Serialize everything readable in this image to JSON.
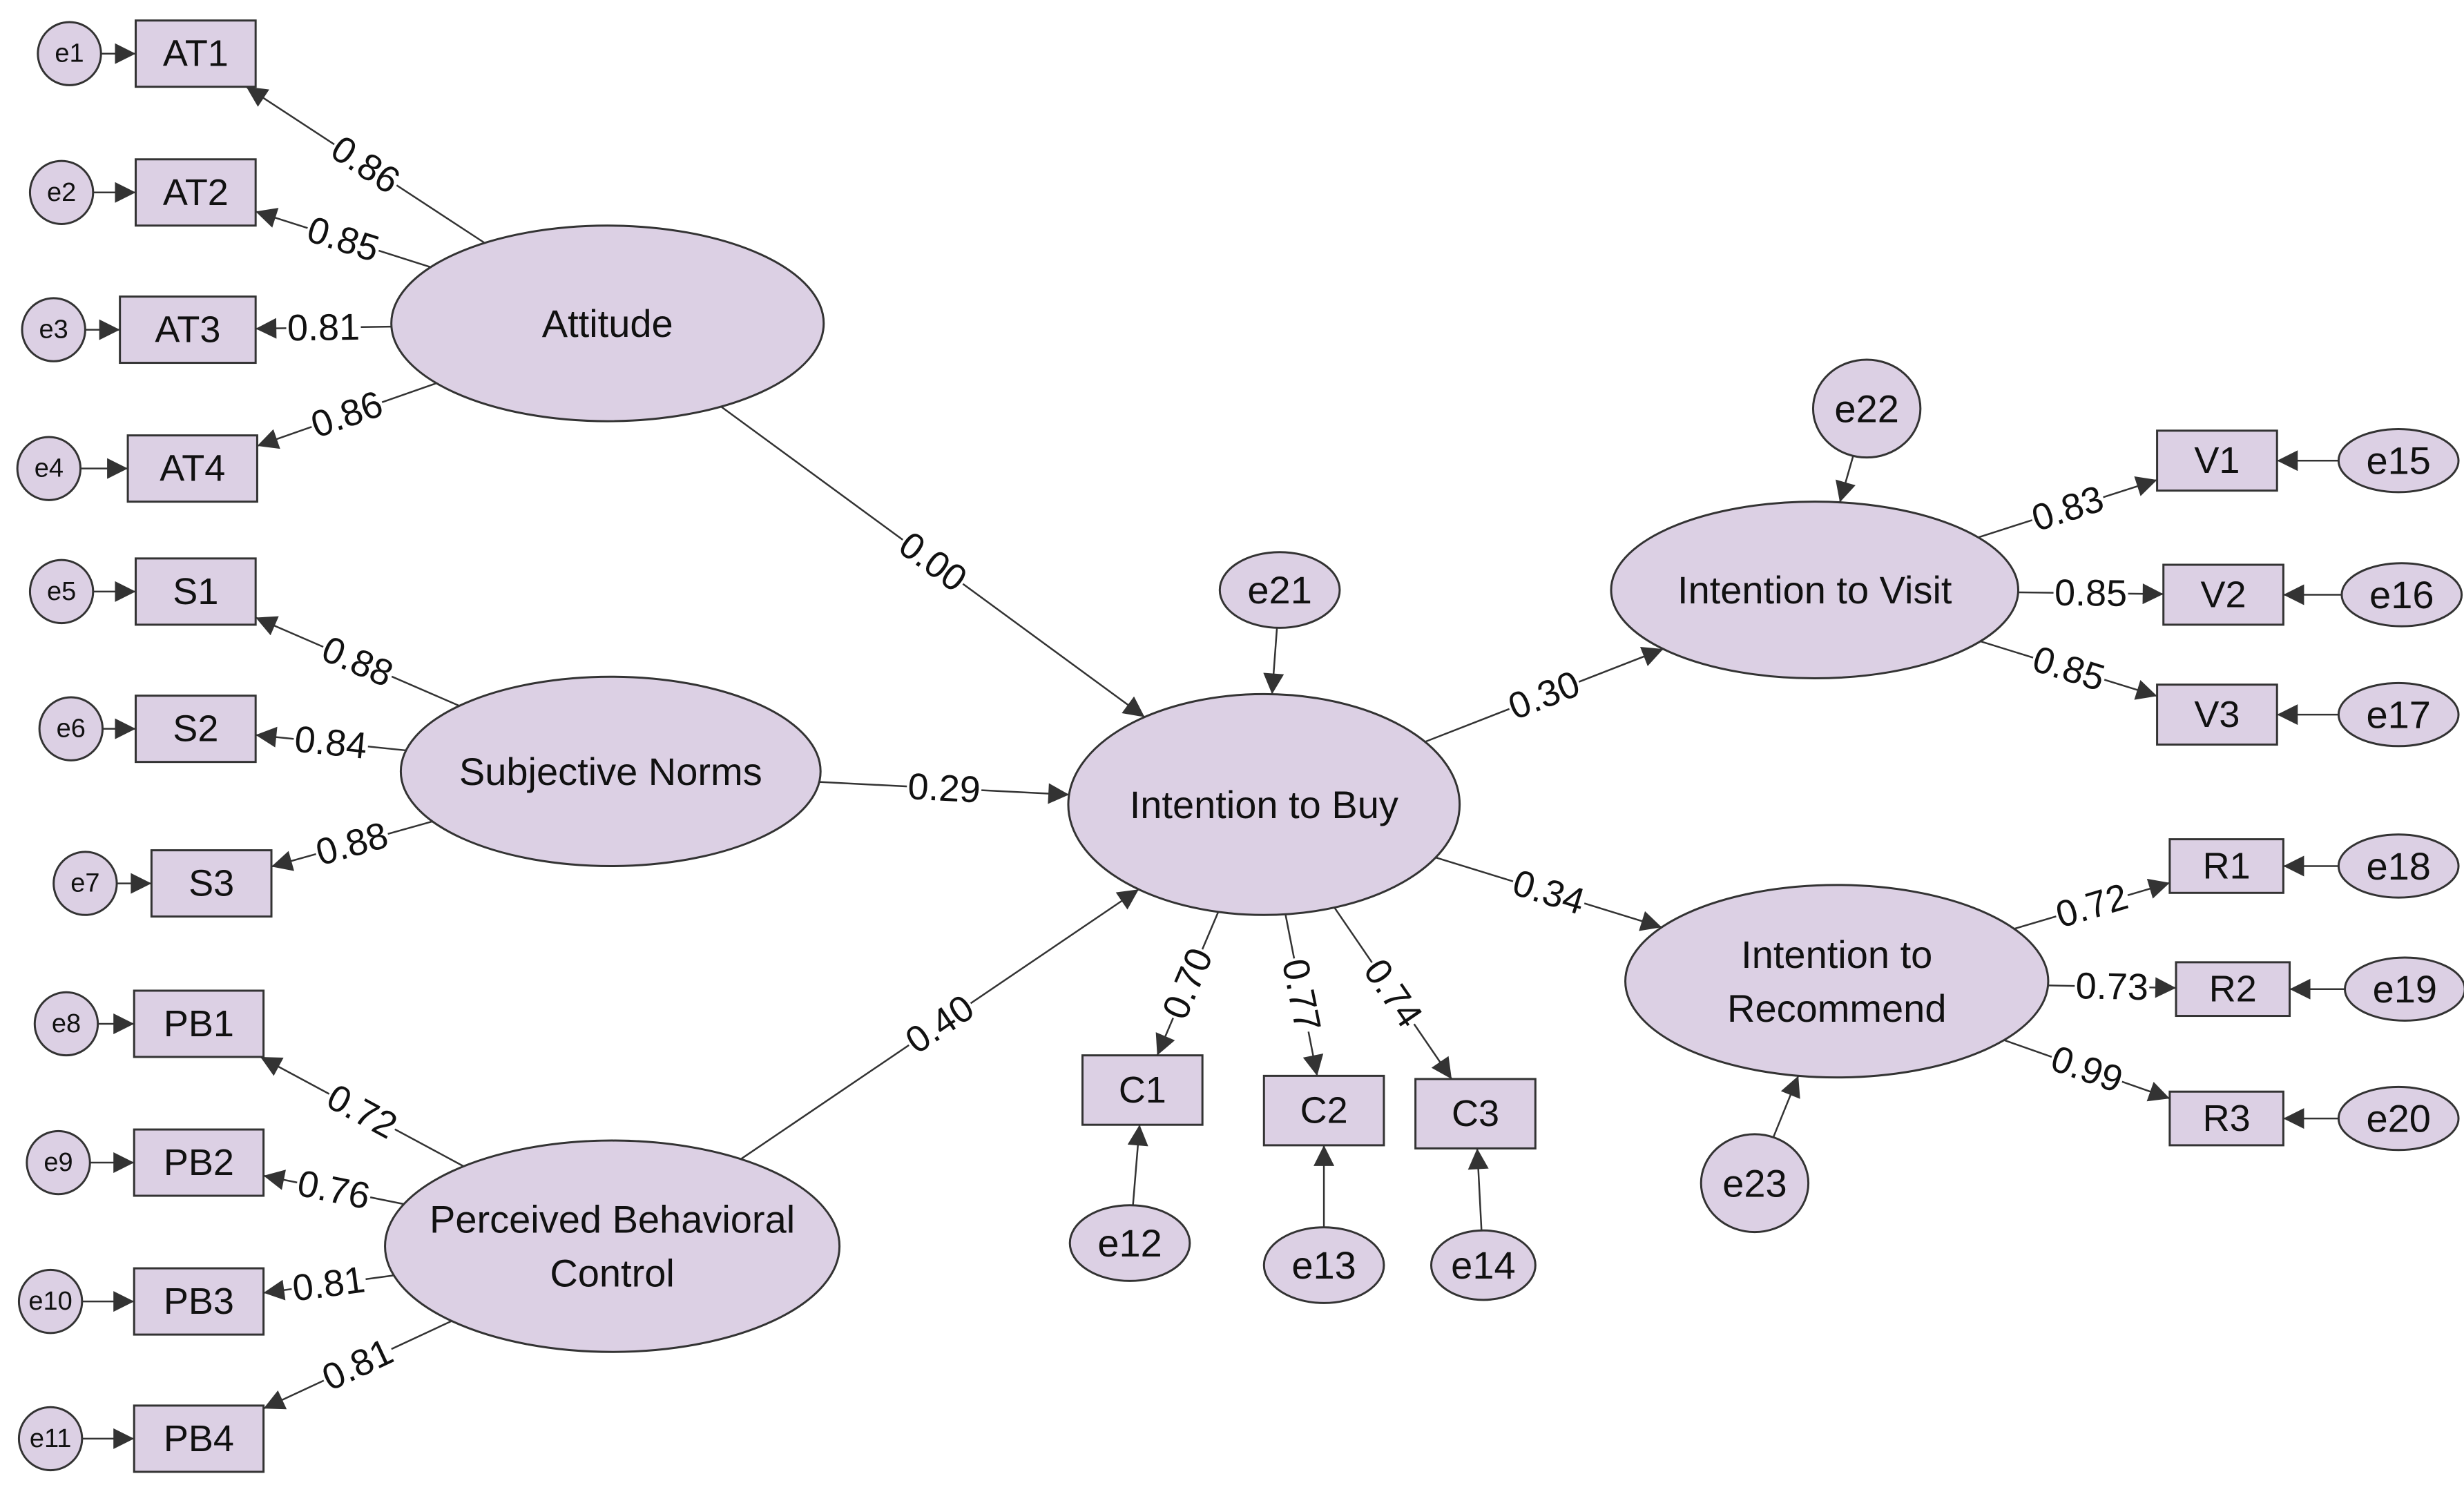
{
  "colors": {
    "fill": "#dcd0e4",
    "stroke": "#333333",
    "text": "#111111",
    "background": "#ffffff"
  },
  "latents": [
    {
      "id": "attitude",
      "lines": [
        "Attitude"
      ]
    },
    {
      "id": "subjective-norms",
      "lines": [
        "Subjective Norms"
      ]
    },
    {
      "id": "pbc",
      "lines": [
        "Perceived Behavioral",
        "Control"
      ]
    },
    {
      "id": "intention-to-buy",
      "lines": [
        "Intention to Buy"
      ]
    },
    {
      "id": "intention-to-visit",
      "lines": [
        "Intention to Visit"
      ]
    },
    {
      "id": "intention-to-recommend",
      "lines": [
        "Intention to",
        "Recommend"
      ]
    }
  ],
  "indicators": [
    {
      "id": "AT1",
      "label": "AT1"
    },
    {
      "id": "AT2",
      "label": "AT2"
    },
    {
      "id": "AT3",
      "label": "AT3"
    },
    {
      "id": "AT4",
      "label": "AT4"
    },
    {
      "id": "S1",
      "label": "S1"
    },
    {
      "id": "S2",
      "label": "S2"
    },
    {
      "id": "S3",
      "label": "S3"
    },
    {
      "id": "PB1",
      "label": "PB1"
    },
    {
      "id": "PB2",
      "label": "PB2"
    },
    {
      "id": "PB3",
      "label": "PB3"
    },
    {
      "id": "PB4",
      "label": "PB4"
    },
    {
      "id": "C1",
      "label": "C1"
    },
    {
      "id": "C2",
      "label": "C2"
    },
    {
      "id": "C3",
      "label": "C3"
    },
    {
      "id": "V1",
      "label": "V1"
    },
    {
      "id": "V2",
      "label": "V2"
    },
    {
      "id": "V3",
      "label": "V3"
    },
    {
      "id": "R1",
      "label": "R1"
    },
    {
      "id": "R2",
      "label": "R2"
    },
    {
      "id": "R3",
      "label": "R3"
    }
  ],
  "errors": [
    {
      "id": "e1",
      "label": "e1",
      "target": "AT1"
    },
    {
      "id": "e2",
      "label": "e2",
      "target": "AT2"
    },
    {
      "id": "e3",
      "label": "e3",
      "target": "AT3"
    },
    {
      "id": "e4",
      "label": "e4",
      "target": "AT4"
    },
    {
      "id": "e5",
      "label": "e5",
      "target": "S1"
    },
    {
      "id": "e6",
      "label": "e6",
      "target": "S2"
    },
    {
      "id": "e7",
      "label": "e7",
      "target": "S3"
    },
    {
      "id": "e8",
      "label": "e8",
      "target": "PB1"
    },
    {
      "id": "e9",
      "label": "e9",
      "target": "PB2"
    },
    {
      "id": "e10",
      "label": "e10",
      "target": "PB3"
    },
    {
      "id": "e11",
      "label": "e11",
      "target": "PB4"
    },
    {
      "id": "e12",
      "label": "e12",
      "target": "C1"
    },
    {
      "id": "e13",
      "label": "e13",
      "target": "C2"
    },
    {
      "id": "e14",
      "label": "e14",
      "target": "C3"
    },
    {
      "id": "e15",
      "label": "e15",
      "target": "V1"
    },
    {
      "id": "e16",
      "label": "e16",
      "target": "V2"
    },
    {
      "id": "e17",
      "label": "e17",
      "target": "V3"
    },
    {
      "id": "e18",
      "label": "e18",
      "target": "R1"
    },
    {
      "id": "e19",
      "label": "e19",
      "target": "R2"
    },
    {
      "id": "e20",
      "label": "e20",
      "target": "R3"
    },
    {
      "id": "e21",
      "label": "e21",
      "target": "intention-to-buy"
    },
    {
      "id": "e22",
      "label": "e22",
      "target": "intention-to-visit"
    },
    {
      "id": "e23",
      "label": "e23",
      "target": "intention-to-recommend"
    }
  ],
  "loadings": [
    {
      "from": "attitude",
      "to": "AT1",
      "value": "0.86"
    },
    {
      "from": "attitude",
      "to": "AT2",
      "value": "0.85"
    },
    {
      "from": "attitude",
      "to": "AT3",
      "value": "0.81"
    },
    {
      "from": "attitude",
      "to": "AT4",
      "value": "0.86"
    },
    {
      "from": "subjective-norms",
      "to": "S1",
      "value": "0.88"
    },
    {
      "from": "subjective-norms",
      "to": "S2",
      "value": "0.84"
    },
    {
      "from": "subjective-norms",
      "to": "S3",
      "value": "0.88"
    },
    {
      "from": "pbc",
      "to": "PB1",
      "value": "0.72"
    },
    {
      "from": "pbc",
      "to": "PB2",
      "value": "0.76"
    },
    {
      "from": "pbc",
      "to": "PB3",
      "value": "0.81"
    },
    {
      "from": "pbc",
      "to": "PB4",
      "value": "0.81"
    },
    {
      "from": "intention-to-buy",
      "to": "C1",
      "value": "0.70"
    },
    {
      "from": "intention-to-buy",
      "to": "C2",
      "value": "0.77"
    },
    {
      "from": "intention-to-buy",
      "to": "C3",
      "value": "0.74"
    },
    {
      "from": "intention-to-visit",
      "to": "V1",
      "value": "0.83"
    },
    {
      "from": "intention-to-visit",
      "to": "V2",
      "value": "0.85"
    },
    {
      "from": "intention-to-visit",
      "to": "V3",
      "value": "0.85"
    },
    {
      "from": "intention-to-recommend",
      "to": "R1",
      "value": "0.72"
    },
    {
      "from": "intention-to-recommend",
      "to": "R2",
      "value": "0.73"
    },
    {
      "from": "intention-to-recommend",
      "to": "R3",
      "value": "0.99"
    }
  ],
  "paths": [
    {
      "from": "attitude",
      "to": "intention-to-buy",
      "value": "0.00"
    },
    {
      "from": "subjective-norms",
      "to": "intention-to-buy",
      "value": "0.29"
    },
    {
      "from": "pbc",
      "to": "intention-to-buy",
      "value": "0.40"
    },
    {
      "from": "intention-to-buy",
      "to": "intention-to-visit",
      "value": "0.30"
    },
    {
      "from": "intention-to-buy",
      "to": "intention-to-recommend",
      "value": "0.34"
    }
  ]
}
